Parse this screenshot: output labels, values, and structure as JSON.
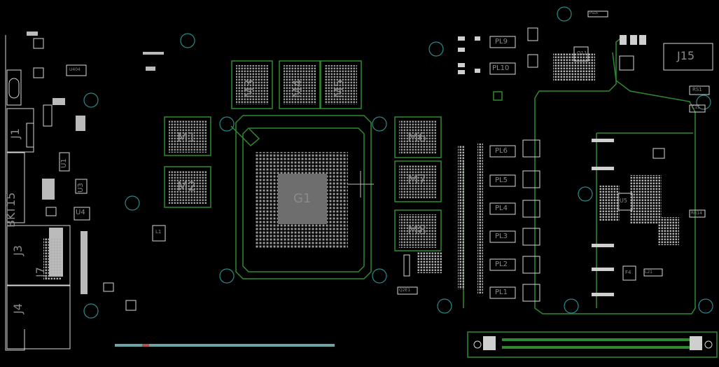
{
  "colors": {
    "background": "#000000",
    "silkscreen": "#d8d8d8",
    "copper_outline": "#2f8a2f",
    "mounting_hole": "#2a8a8a",
    "pin_fill": "#9a9a9a",
    "label": "#8a8a8a"
  },
  "board": {
    "gpu": "G1",
    "memory": [
      "M1",
      "M2",
      "M3",
      "M4",
      "M5",
      "M6",
      "M7",
      "M8"
    ],
    "connectors": [
      "J1",
      "BKT15",
      "J3",
      "J7",
      "J4",
      "J15"
    ],
    "ics": [
      "U1",
      "U3",
      "U4",
      "U5"
    ],
    "power_stages": [
      "PL9",
      "PL10",
      "PL6",
      "PL5",
      "PL4",
      "PL3",
      "PL2",
      "PL1"
    ],
    "small_labels": [
      "U404",
      "Q11",
      "L1",
      "L21",
      "Q2E1",
      "RS1",
      "C15",
      "PSL6",
      "RR14",
      "F4"
    ]
  }
}
